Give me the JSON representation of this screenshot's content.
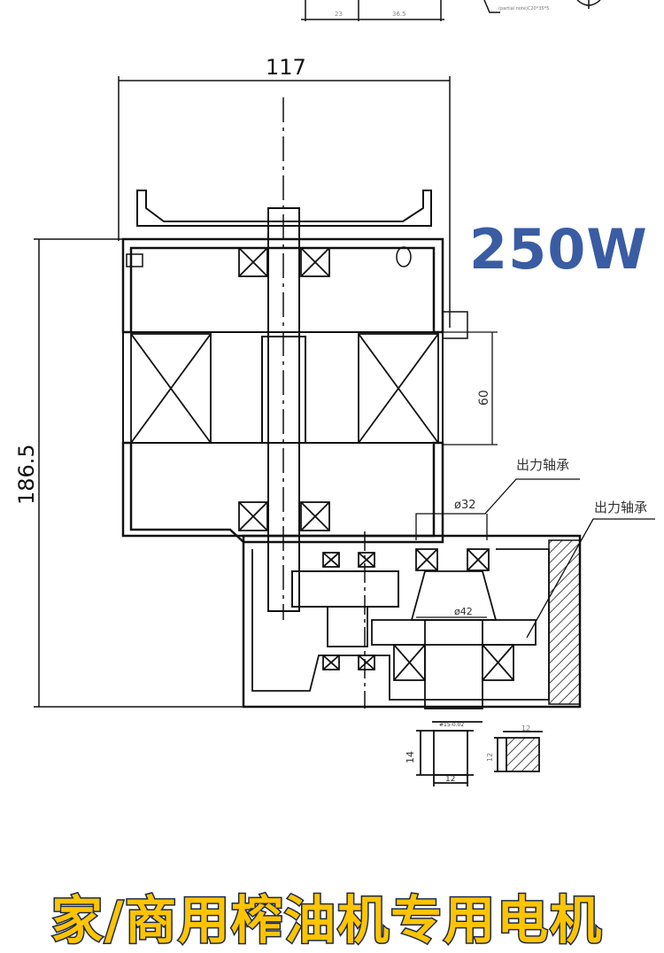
{
  "drawing": {
    "top_dims": [
      "23",
      "36.5"
    ],
    "top_note": "(partial note)C20*35*5",
    "width_dim": "117",
    "height_dim": "186.5",
    "stator_dim": "60",
    "bearing_label_1": "出力轴承",
    "bearing_label_2": "出力轴承",
    "dia_32": "ø32",
    "dia_42": "ø42",
    "shaft_tol": "#15-0.02",
    "shaft_len": "14",
    "shaft_dia": "12",
    "key_w": "12",
    "key_h": "12"
  },
  "power_label": "250W",
  "power_color": "#3a5ca3",
  "bottom_title": "家/商用榨油机专用电机"
}
